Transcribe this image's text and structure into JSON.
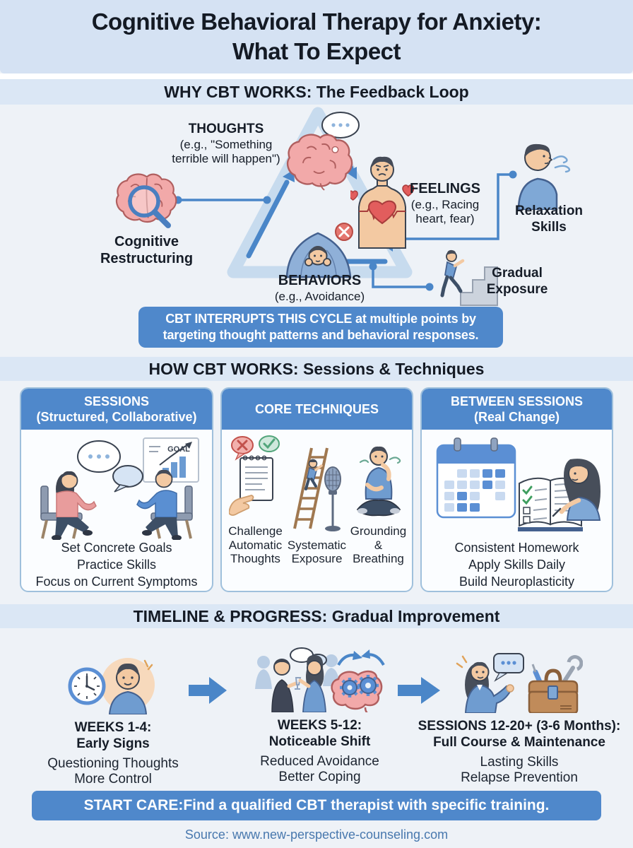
{
  "colors": {
    "accent": "#4f88cb",
    "arrow": "#4a86c8",
    "band": "#dbe7f5",
    "title_band": "#d5e2f3",
    "page_bg": "#eef2f7",
    "triangle": "#c7dbee",
    "source_text": "#4878ae",
    "brain_pink": "#f2a9a9",
    "heart_red": "#e25d5d"
  },
  "title": {
    "line1": "Cognitive Behavioral Therapy for Anxiety:",
    "line2": "What To Expect"
  },
  "sections": {
    "loop": {
      "heading": "WHY CBT WORKS: The Feedback Loop",
      "thoughts": {
        "label": "THOUGHTS",
        "example": "(e.g., \"Something\nterrible will happen\")"
      },
      "feelings": {
        "label": "FEELINGS",
        "example": "(e.g., Racing\nheart, fear)"
      },
      "behaviors": {
        "label": "BEHAVIORS",
        "example": "(e.g., Avoidance)"
      },
      "cognitive_restructuring": "Cognitive\nRestructuring",
      "relaxation_skills": "Relaxation\nSkills",
      "gradual_exposure": "Gradual\nExposure",
      "banner": {
        "strong": "CBT INTERRUPTS THIS CYCLE",
        "rest": " at multiple points by targeting thought patterns and behavioral responses."
      }
    },
    "how": {
      "heading": "HOW CBT WORKS: Sessions & Techniques",
      "cards": [
        {
          "title": "SESSIONS\n(Structured, Collaborative)",
          "goal_label": "GOAL",
          "points": "Set Concrete Goals\nPractice Skills\nFocus on Current Symptoms"
        },
        {
          "title": "CORE TECHNIQUES",
          "techniques": [
            "Challenge\nAutomatic\nThoughts",
            "Systematic\nExposure",
            "Grounding\n&\nBreathing"
          ]
        },
        {
          "title": "BETWEEN SESSIONS\n(Real Change)",
          "points": "Consistent Homework\nApply Skills Daily\nBuild Neuroplasticity"
        }
      ]
    },
    "timeline": {
      "heading": "TIMELINE & PROGRESS: Gradual Improvement",
      "milestones": [
        {
          "heading": "WEEKS 1-4:\nEarly Signs",
          "points": "Questioning Thoughts\nMore Control"
        },
        {
          "heading": "WEEKS 5-12:\nNoticeable Shift",
          "points": "Reduced Avoidance\nBetter Coping"
        },
        {
          "heading": "SESSIONS 12-20+ (3-6 Months):\nFull Course & Maintenance",
          "points": "Lasting Skills\nRelapse Prevention"
        }
      ]
    },
    "footer": {
      "banner": {
        "strong": "START CARE:",
        "rest": " Find a qualified CBT therapist with specific training."
      },
      "source": "Source: www.new-perspective-counseling.com"
    }
  },
  "icons": [
    "thought-brain-icon",
    "thought-bubble-icon",
    "feelings-person-icon",
    "heart-icon",
    "blanket-person-icon",
    "x-badge-icon",
    "magnifier-brain-icon",
    "breathing-person-icon",
    "stairs-climb-icon",
    "therapy-session-icon",
    "goal-chart-icon",
    "notepad-hand-icon",
    "check-bubble-icon",
    "x-bubble-icon",
    "ladder-climb-icon",
    "microphone-icon",
    "meditating-person-icon",
    "calendar-icon",
    "journal-writing-icon",
    "clock-icon",
    "person-bust-icon",
    "social-scene-icon",
    "brain-gears-icon",
    "presenting-woman-icon",
    "toolbox-icon",
    "right-arrow-icon"
  ]
}
